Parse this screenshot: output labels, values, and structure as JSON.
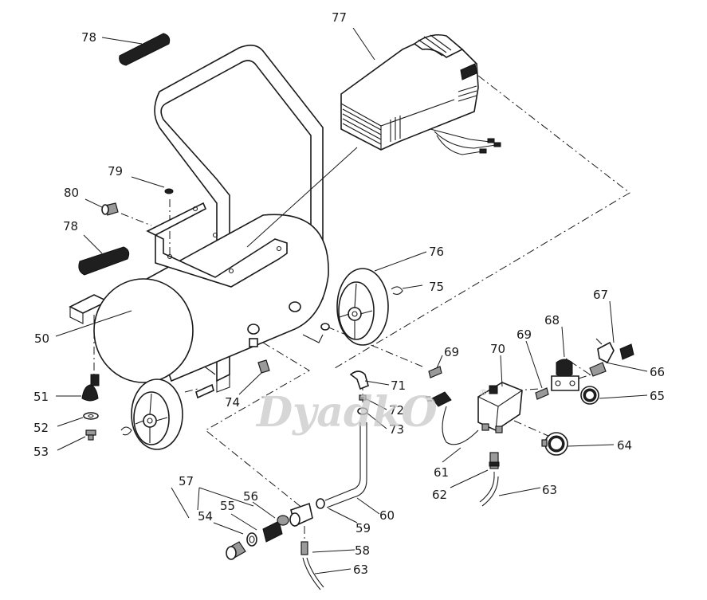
{
  "watermark": {
    "text": "DyadkO",
    "registered_mark": "®"
  },
  "callouts": [
    "78",
    "77",
    "79",
    "80",
    "78",
    "50",
    "76",
    "75",
    "51",
    "52",
    "53",
    "74",
    "69",
    "71",
    "70",
    "69",
    "68",
    "67",
    "66",
    "65",
    "72",
    "73",
    "61",
    "64",
    "62",
    "63",
    "57",
    "56",
    "55",
    "54",
    "59",
    "60",
    "58",
    "63"
  ],
  "colors": {
    "line": "#1a1a1a",
    "background": "#ffffff",
    "watermark": "#c8c8c8"
  }
}
